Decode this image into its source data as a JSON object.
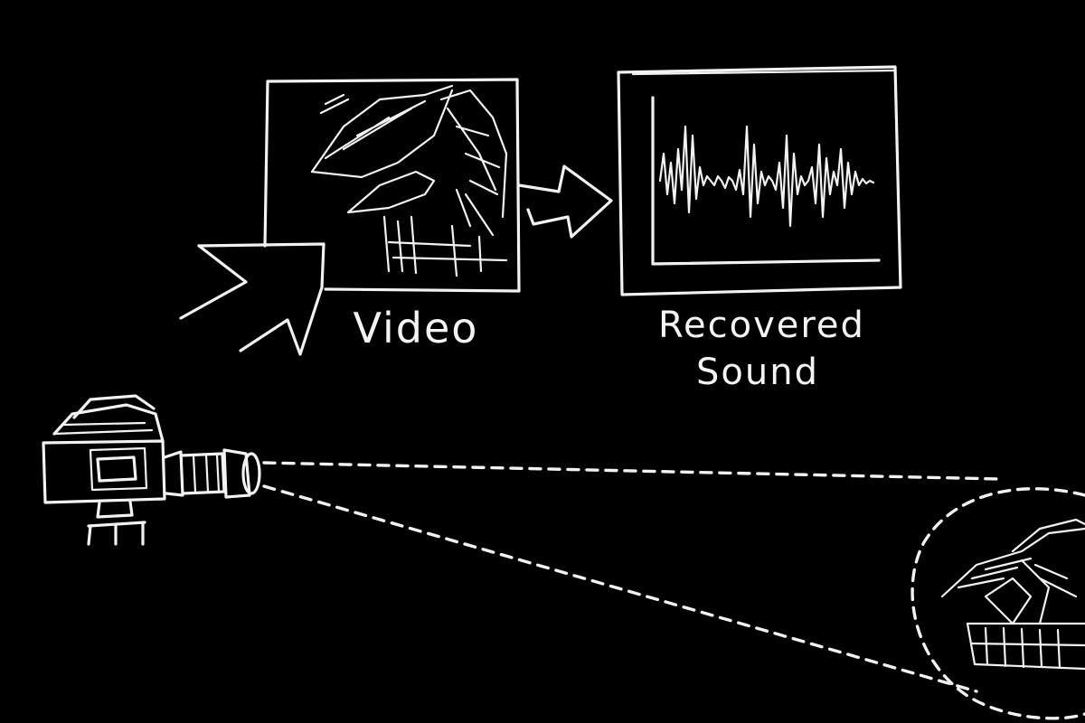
{
  "labels": {
    "video": "Video",
    "recovered_line1": "Recovered",
    "recovered_line2": "Sound"
  },
  "colors": {
    "background": "#000000",
    "ink": "#f2f2f2"
  },
  "icons": [
    "camera-icon",
    "plant-icon",
    "arrow-icon",
    "waveform-icon"
  ]
}
